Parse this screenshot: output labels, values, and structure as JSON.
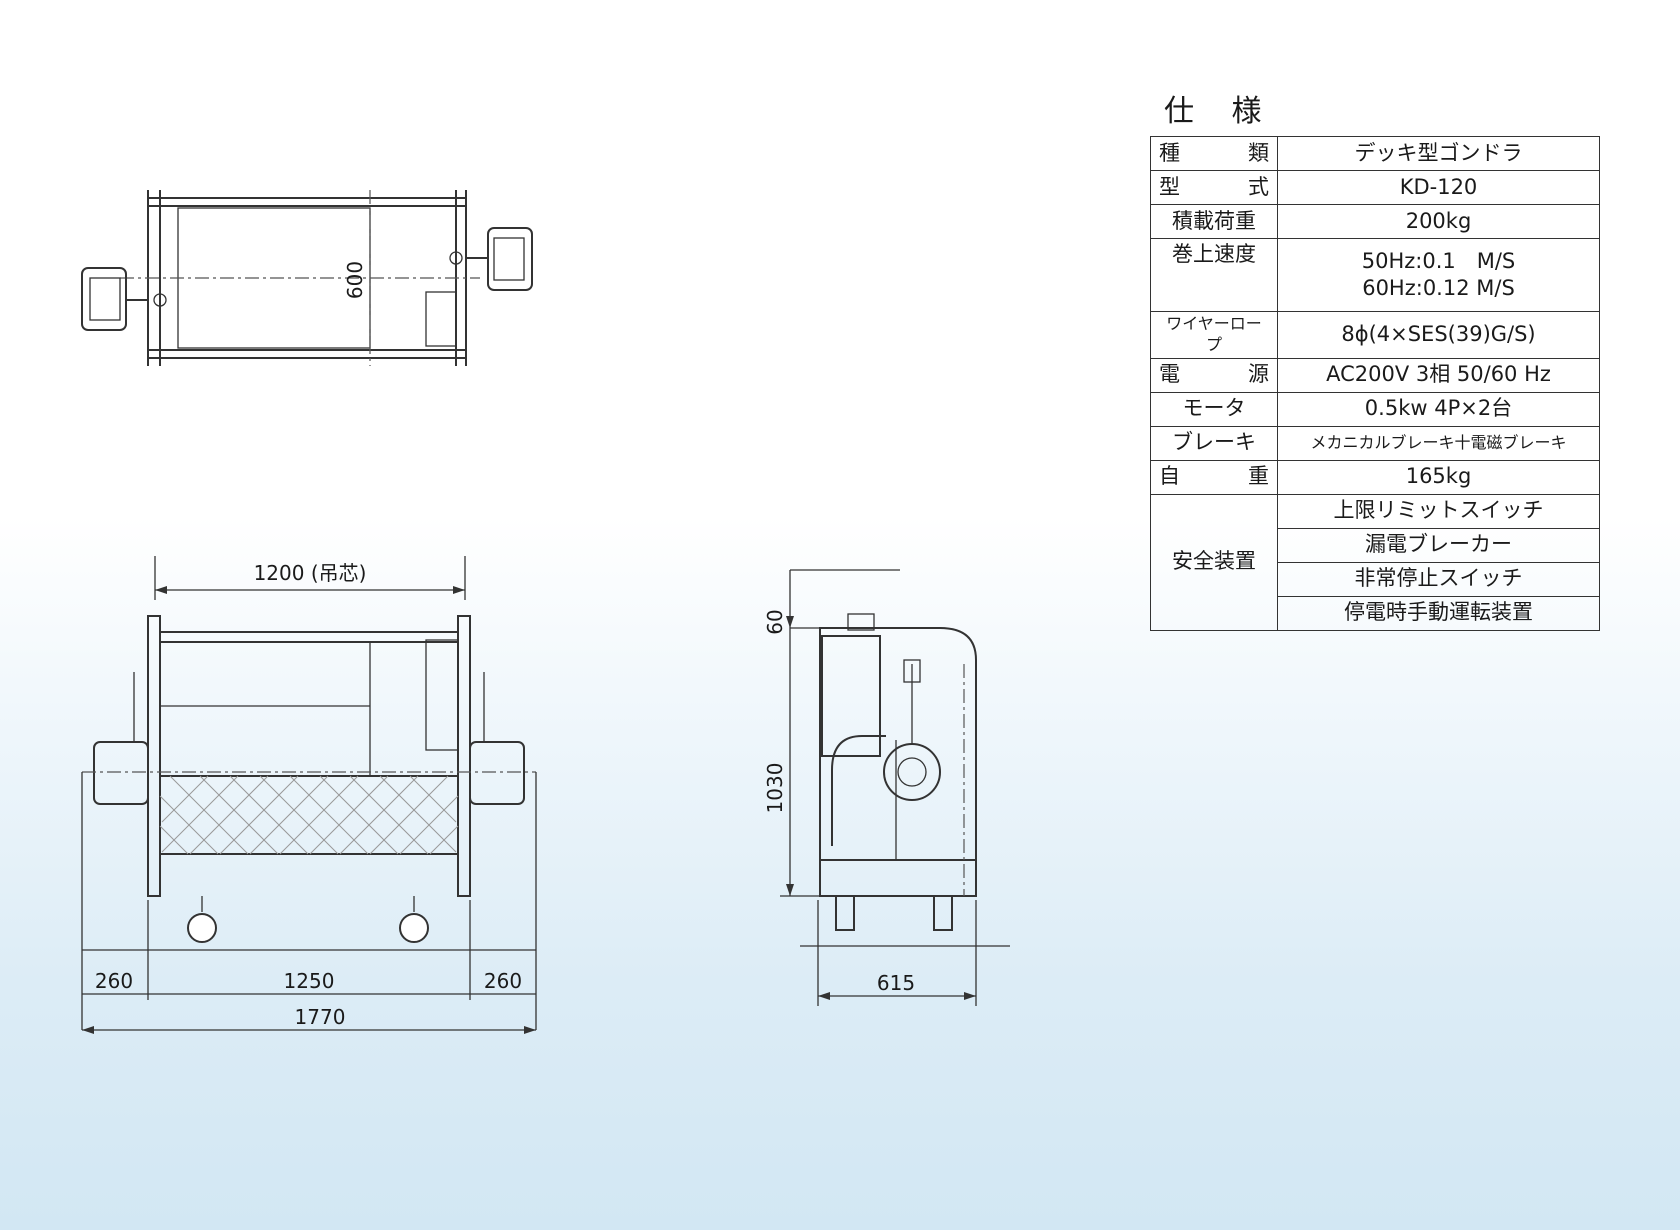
{
  "drawing": {
    "top_view": {
      "dim_width": "600"
    },
    "front_view": {
      "dim_top": "1200 (吊芯)",
      "dim_left": "260",
      "dim_center": "1250",
      "dim_right": "260",
      "dim_total": "1770"
    },
    "side_view": {
      "dim_top": "60",
      "dim_height": "1030",
      "dim_width": "615"
    }
  },
  "spec": {
    "title": "仕 様",
    "rows": [
      {
        "label": "種　類",
        "value": "デッキ型ゴンドラ"
      },
      {
        "label": "型　式",
        "value": "KD-120"
      },
      {
        "label": "積載荷重",
        "value": "200kg"
      },
      {
        "label": "巻上速度",
        "values": [
          "50Hz:0.1　M/S",
          "60Hz:0.12 M/S"
        ]
      },
      {
        "label": "ワイヤーロープ",
        "value": "8ϕ(4×SES(39)G/S)"
      },
      {
        "label": "電　源",
        "value": "AC200V 3相 50/60 Hz"
      },
      {
        "label": "モータ",
        "value": "0.5kw 4P×2台"
      },
      {
        "label": "ブレーキ",
        "value": "メカニカルブレーキ十電磁ブレーキ"
      },
      {
        "label": "自　重",
        "value": "165kg"
      },
      {
        "label": "安全装置",
        "values": [
          "上限リミットスイッチ",
          "漏電ブレーカー",
          "非常停止スイッチ",
          "停電時手動運転装置"
        ]
      }
    ]
  }
}
